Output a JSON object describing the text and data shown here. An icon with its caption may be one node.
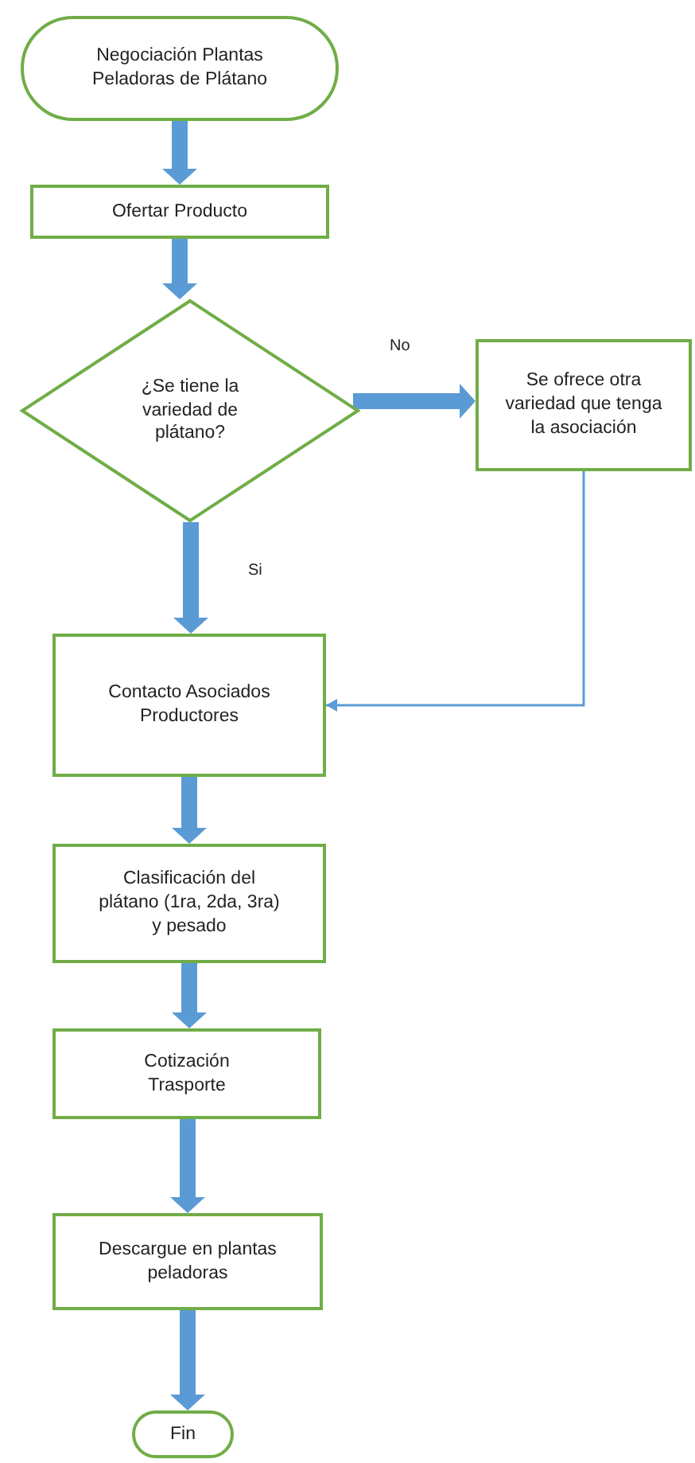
{
  "diagram": {
    "nodes": [
      {
        "text": [
          "Negociación Plantas Peladoras de Plátano"
        ]
      },
      {
        "text": [
          "Ofertar Producto"
        ]
      },
      {
        "text": [
          "¿Se tiene la variedad de plátano?"
        ]
      },
      {
        "text": [
          "Se ofrece otra variedad que tenga la asociación"
        ]
      },
      {
        "text": [
          "Contacto Asociados Productores"
        ]
      },
      {
        "text": [
          "Clasificación del plátano (1ra, 2da, 3ra) y pesado"
        ]
      },
      {
        "text": [
          "Cotización Trasporte"
        ]
      },
      {
        "text": [
          "Descargue en plantas peladoras"
        ]
      },
      {
        "text": [
          "Fin"
        ]
      }
    ],
    "edges": [
      {
        "from": 0,
        "to": 1,
        "arrow": "to"
      },
      {
        "from": 1,
        "to": 2,
        "arrow": "to"
      },
      {
        "from": 2,
        "to": 3,
        "arrow": "to",
        "label": "No"
      },
      {
        "from": 2,
        "to": 4,
        "arrow": "to",
        "label": "Si"
      },
      {
        "from": 3,
        "to": 4,
        "arrow": "to"
      },
      {
        "from": 4,
        "to": 5,
        "arrow": "to"
      },
      {
        "from": 5,
        "to": 6,
        "arrow": "to"
      },
      {
        "from": 6,
        "to": 7,
        "arrow": "to"
      },
      {
        "from": 7,
        "to": 8,
        "arrow": "to"
      }
    ]
  }
}
